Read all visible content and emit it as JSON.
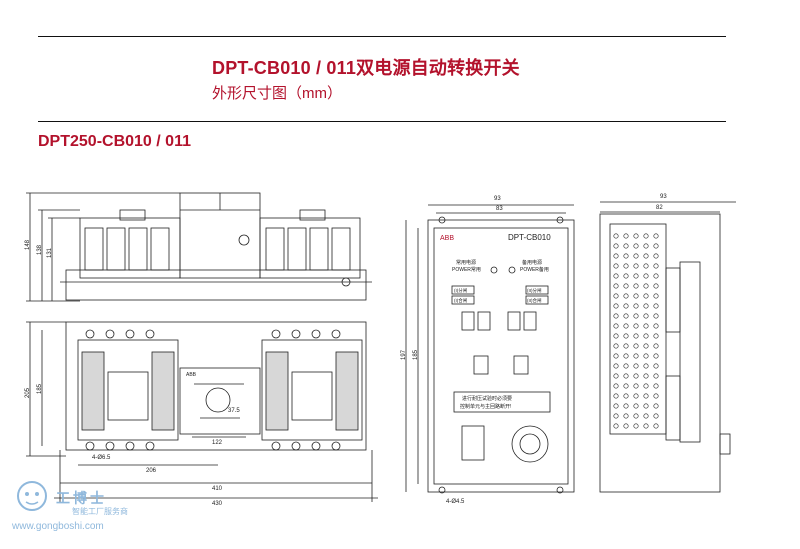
{
  "header": {
    "title": "DPT-CB010 / 011双电源自动转换开关",
    "subtitle": "外形尺寸图（mm）"
  },
  "section": {
    "model": "DPT250-CB010 / 011"
  },
  "front_view": {
    "dims": {
      "h148": "148",
      "h138": "138",
      "h131": "131"
    }
  },
  "top_view": {
    "dims": {
      "h205": "205",
      "h185": "185",
      "hole": "4-Ø6.5",
      "w206": "206",
      "w410": "410",
      "w430": "430",
      "w122": "122",
      "w37_5": "37.5"
    },
    "brand": "ABB"
  },
  "controller_front": {
    "dims": {
      "w93": "93",
      "w83": "83",
      "h197": "197",
      "h185": "185",
      "hole": "4-Ø4.5"
    },
    "brand": "ABB",
    "model": "DPT-CB010",
    "normal_power": "常用电源",
    "normal_power_en": "POWER常用",
    "backup_power": "备用电源",
    "backup_power_en": "POWER备用",
    "btn_a1": "(I)分闸",
    "btn_a2": "(I)合闸",
    "btn_b1": "(II)分闸",
    "btn_b2": "(II)合闸",
    "warning": "进行耐压试验时必须要",
    "warning2": "控制单元与主回路断开!"
  },
  "controller_side": {
    "dims": {
      "w93": "93",
      "w82": "82"
    }
  },
  "watermark": {
    "brand": "工博士",
    "tagline": "智能工厂服务商",
    "url": "www.gongboshi.com"
  },
  "colors": {
    "title": "#b3122c",
    "line": "#222222",
    "watermark": "#8fb8dc"
  }
}
